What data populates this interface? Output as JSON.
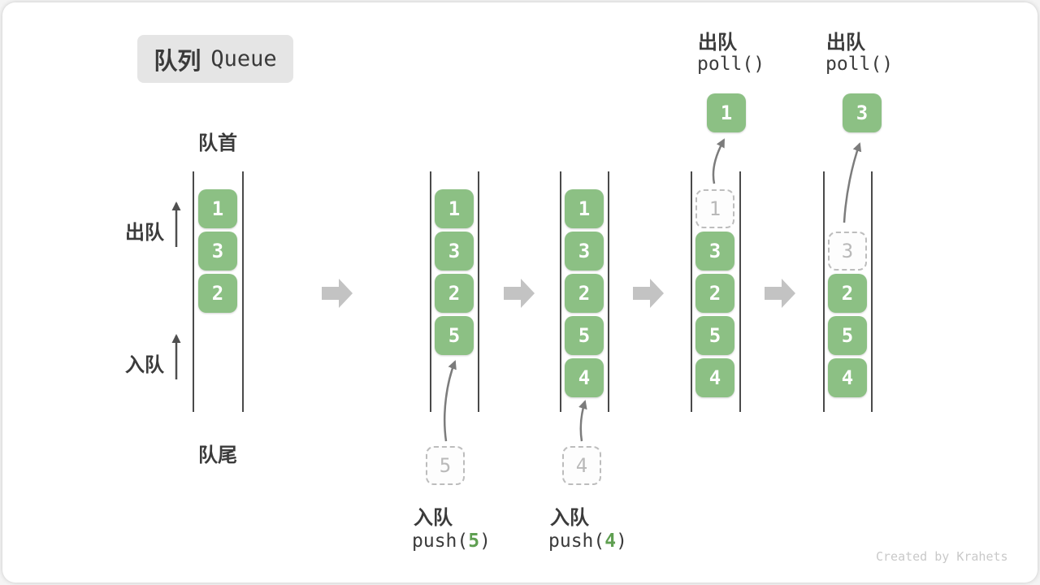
{
  "title": {
    "zh": "队列",
    "en": "Queue"
  },
  "side_labels": {
    "front": "队首",
    "rear": "队尾",
    "dequeue": "出队",
    "enqueue": "入队"
  },
  "operations": {
    "enqueue5": {
      "label": "入队",
      "fn": "push(",
      "arg": "5",
      "close": ")"
    },
    "enqueue4": {
      "label": "入队",
      "fn": "push(",
      "arg": "4",
      "close": ")"
    },
    "poll1": {
      "label": "出队",
      "code": "poll()"
    },
    "poll2": {
      "label": "出队",
      "code": "poll()"
    }
  },
  "columns": [
    {
      "cells": [
        "1",
        "3",
        "2"
      ]
    },
    {
      "cells": [
        "1",
        "3",
        "2",
        "5"
      ],
      "feeder": "5"
    },
    {
      "cells": [
        "1",
        "3",
        "2",
        "5",
        "4"
      ],
      "feeder": "4"
    },
    {
      "ghost": "1",
      "cells": [
        "3",
        "2",
        "5",
        "4"
      ],
      "extracted": "1"
    },
    {
      "ghost": "3",
      "cells": [
        "2",
        "5",
        "4"
      ],
      "extracted": "3"
    }
  ],
  "watermark": "Created by Krahets",
  "colors": {
    "box_green": "#8cc084",
    "accent_green": "#5f9f51",
    "ghost_gray": "#bdbdbd",
    "block_arrow_gray": "#c3c3c3",
    "text_dark": "#3b3b3b",
    "badge_bg": "#e5e5e5"
  }
}
